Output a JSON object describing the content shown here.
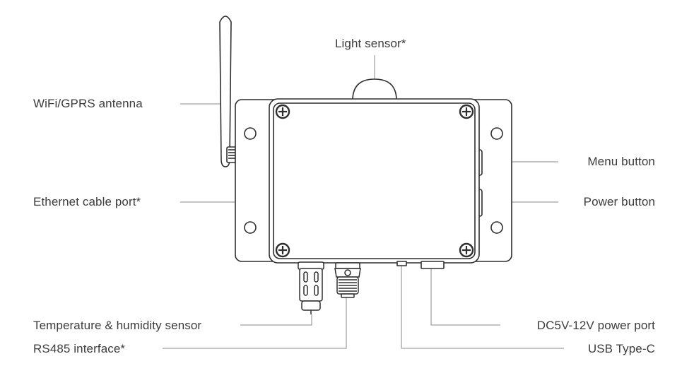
{
  "labels": {
    "light_sensor": "Light sensor*",
    "wifi_antenna": "WiFi/GPRS antenna",
    "ethernet_port": "Ethernet cable port*",
    "temp_humidity": "Temperature & humidity sensor",
    "rs485": "RS485 interface*",
    "menu_button": "Menu button",
    "power_button": "Power button",
    "dc_power_port": "DC5V-12V power port",
    "usb_type_c": "USB Type-C"
  },
  "colors": {
    "stroke": "#2e2e2e",
    "leader": "#8a8a8a",
    "text": "#3c3c3c",
    "fill": "#ffffff"
  }
}
